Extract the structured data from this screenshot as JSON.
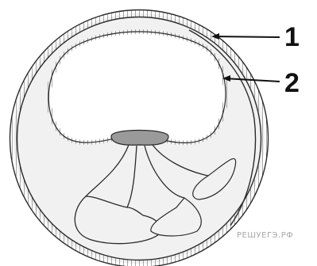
{
  "labels": {
    "one": "1",
    "two": "2"
  },
  "watermark": "РЕШУЕГЭ.РФ",
  "colors": {
    "outline": "#2a2a2a",
    "hatch": "#555555",
    "fill_light": "#f1f1f1",
    "disc_fill": "#9a9a9a",
    "background": "#ffffff"
  }
}
